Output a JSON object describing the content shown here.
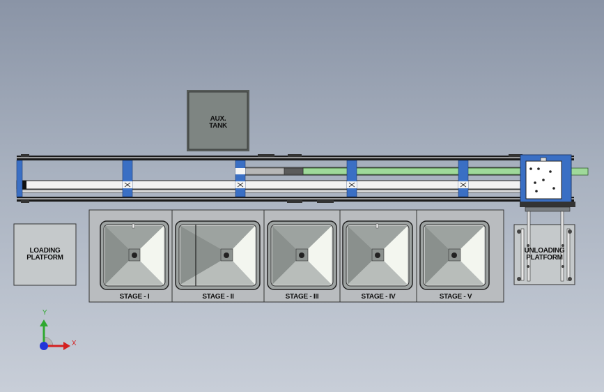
{
  "labels": {
    "aux_tank": [
      "AUX.",
      "TANK"
    ],
    "loading_platform": [
      "LOADING",
      "PLATFORM"
    ],
    "unloading_platform": [
      "UNLOADING",
      "PLATFORM"
    ],
    "stages": [
      "STAGE - I",
      "STAGE - II",
      "STAGE - III",
      "STAGE - IV",
      "STAGE - V"
    ]
  },
  "axes": {
    "x": "X",
    "y": "Y"
  },
  "colors": {
    "frame_blue": "#3a6fc4",
    "pipe_green": "#9fd99a",
    "panel_gray": "#b9bcbf",
    "tank_gray": "#7f8684"
  }
}
